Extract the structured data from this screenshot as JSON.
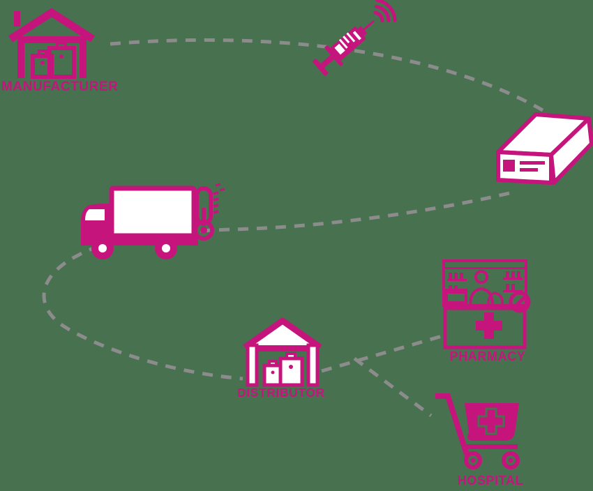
{
  "theme": {
    "background": "#47714F",
    "accent": "#C5157D",
    "dash": "#8C8C8C",
    "icon_fill": "#FFFFFF"
  },
  "diagram": {
    "nodes": {
      "manufacturer": {
        "label": "MANUFACTURER",
        "icon": "warehouse-boxes-icon"
      },
      "syringe": {
        "icon": "smart-syringe-signal-icon"
      },
      "package": {
        "icon": "shipping-box-icon"
      },
      "truck": {
        "icon": "delivery-truck-thermometer-icon"
      },
      "distributor": {
        "label": "DISTRIBUTOR",
        "icon": "warehouse-outline-boxes-icon"
      },
      "pharmacy": {
        "label": "PHARMACY",
        "icon": "pharmacy-counter-cross-icon"
      },
      "hospital": {
        "label": "HOSPITAL",
        "icon": "hospital-cart-cross-icon"
      }
    },
    "flow": [
      "manufacturer",
      "syringe",
      "package",
      "truck",
      "distributor",
      "pharmacy",
      "hospital"
    ]
  }
}
